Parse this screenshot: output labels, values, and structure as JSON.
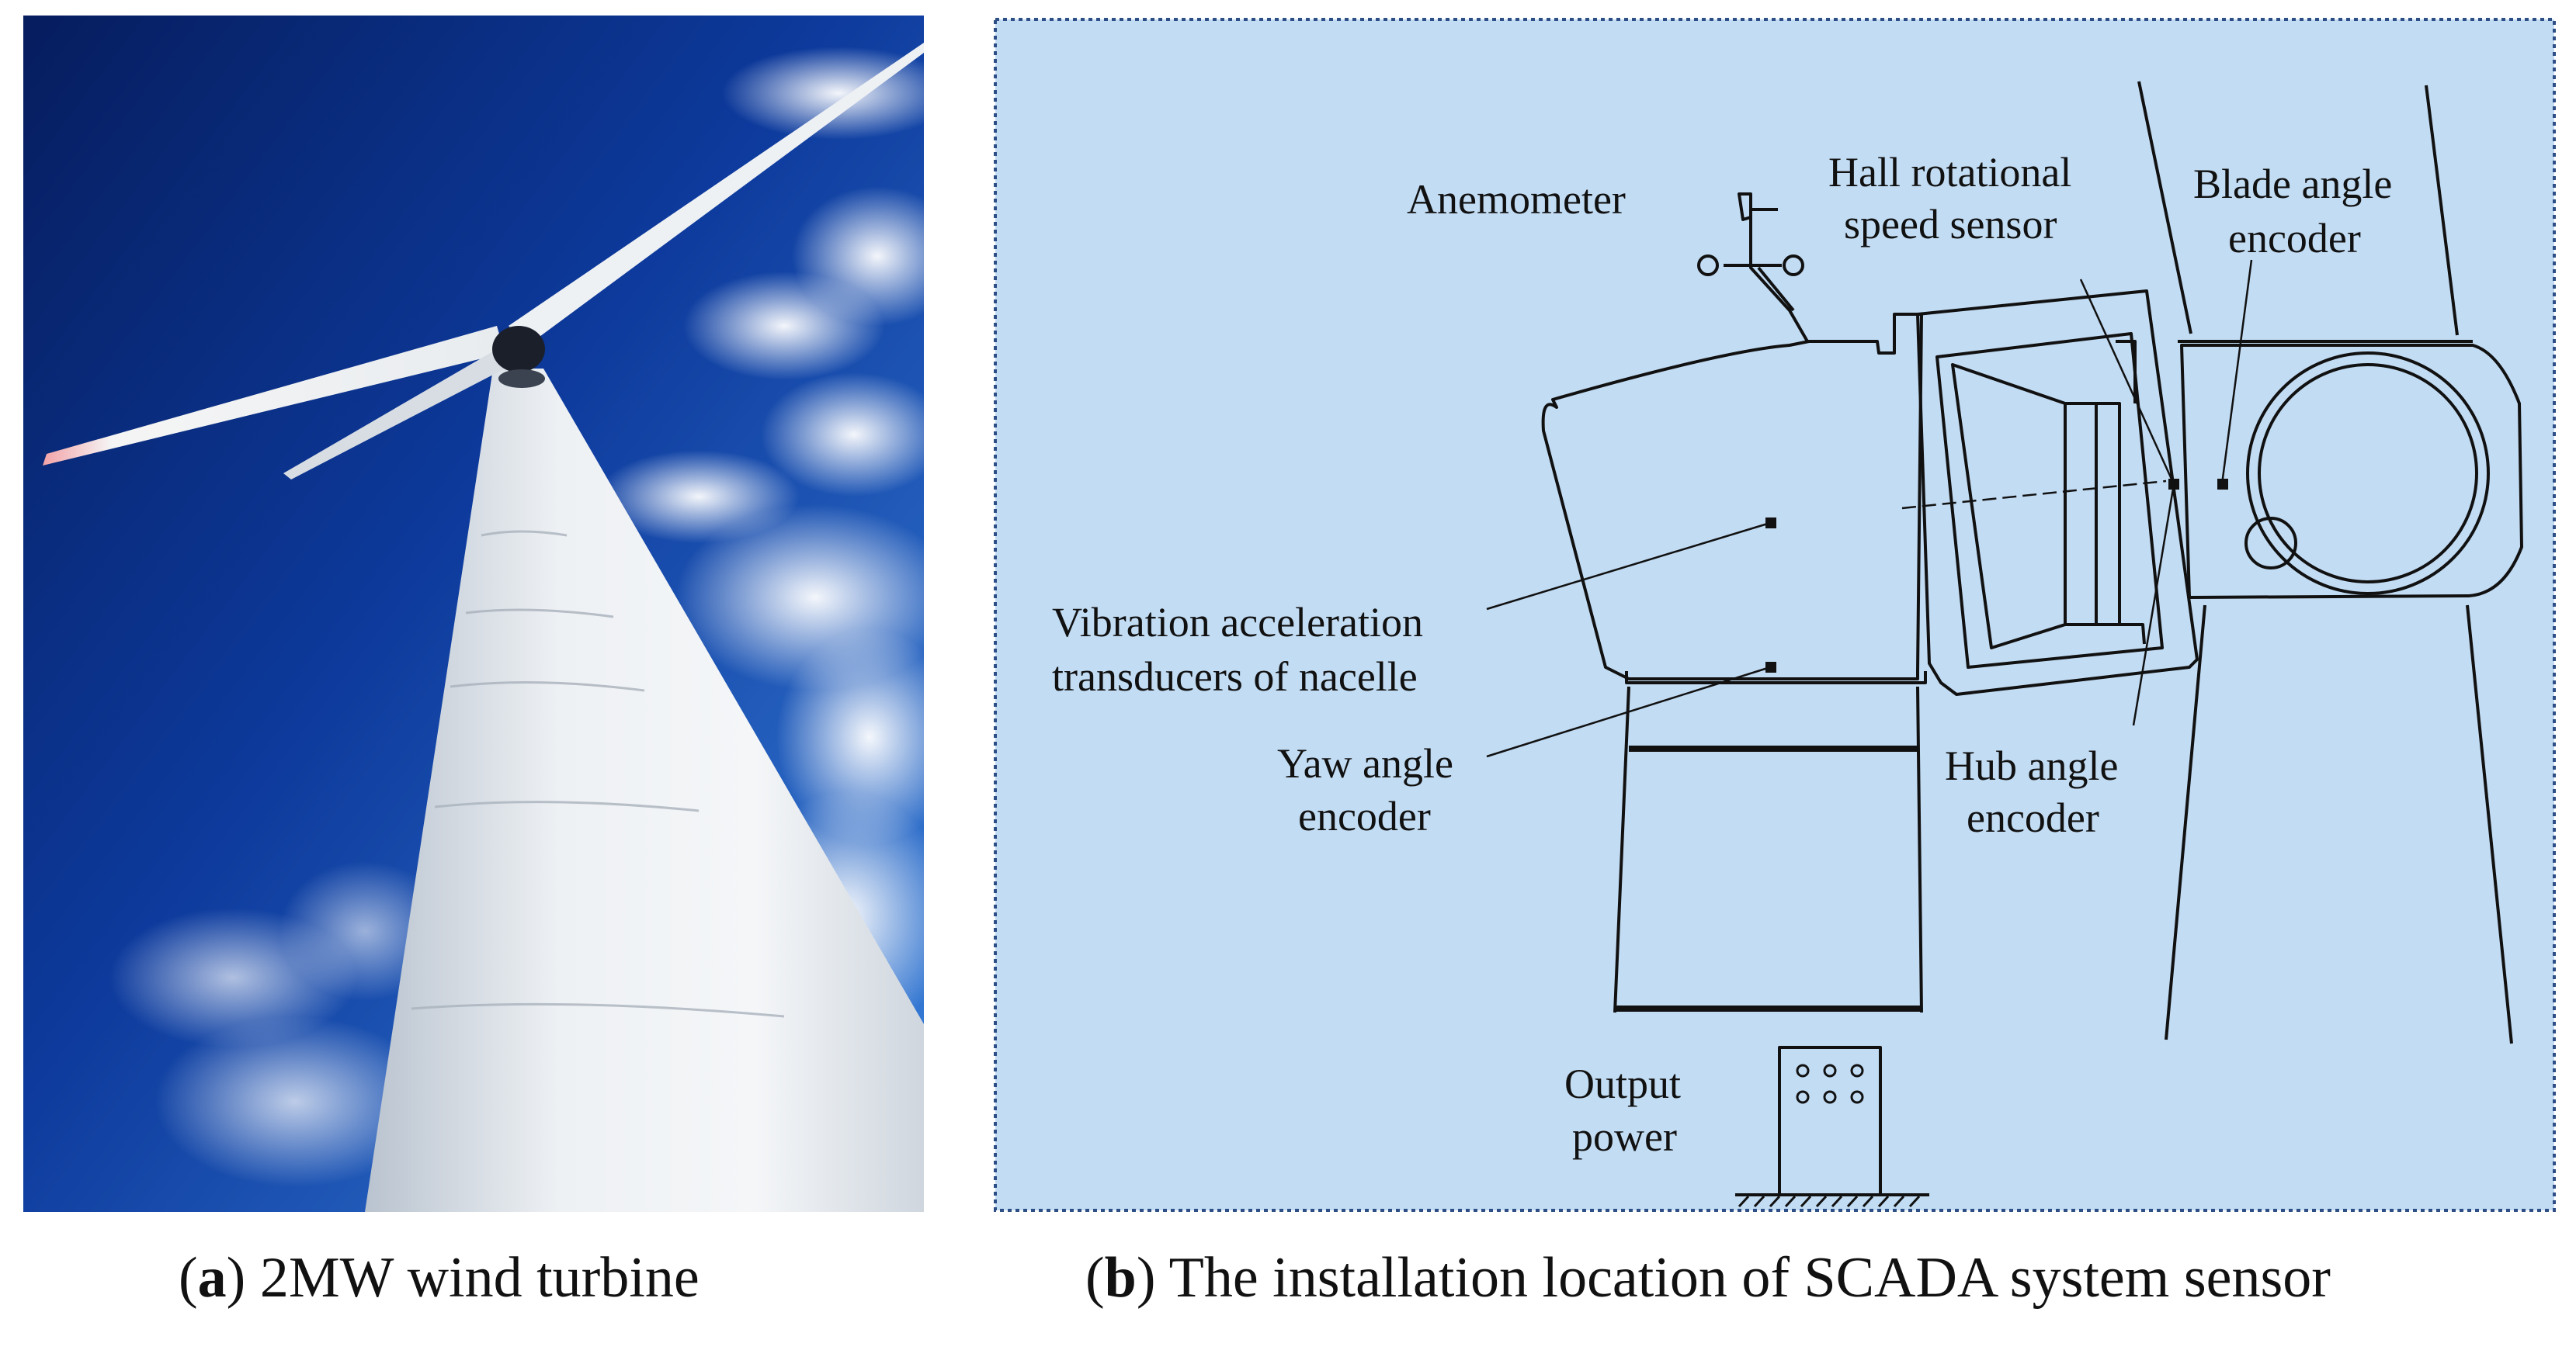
{
  "panel_a": {
    "caption_letter": "a",
    "caption_text": "2MW wind turbine"
  },
  "panel_b": {
    "caption_letter": "b",
    "caption_text": "The installation location of SCADA system sensor",
    "background_color": "#c2dcf3",
    "labels": {
      "anemometer": "Anemometer",
      "hall_line1": "Hall rotational",
      "hall_line2": "speed sensor",
      "blade_line1": "Blade angle",
      "blade_line2": "encoder",
      "vibration_line1": "Vibration acceleration",
      "vibration_line2": "transducers of nacelle",
      "yaw_line1": "Yaw angle",
      "yaw_line2": "encoder",
      "hub_line1": "Hub angle",
      "hub_line2": "encoder",
      "output_line1": "Output",
      "output_line2": "power"
    }
  },
  "colors": {
    "sky_dark": "#0a2a78",
    "sky_light": "#2f72d0",
    "tower": "#e9ecef",
    "line": "#111111"
  }
}
